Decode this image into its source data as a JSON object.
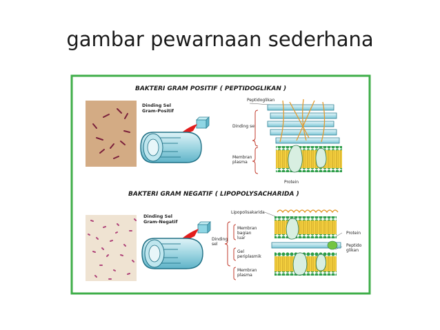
{
  "slide": {
    "title": "gambar pewarnaan sederhana"
  },
  "diagram": {
    "border_color": "#3fae49",
    "gram_positive": {
      "heading": "BAKTERI GRAM POSITIF ( PEPTIDOGLIKAN )",
      "cell_label_line1": "Dinding Sel",
      "cell_label_line2": "Gram-Positif",
      "peptidoglikan": "Peptidoglikan",
      "dinding_sel": "Dinding sel",
      "membran_line1": "Membran",
      "membran_line2": "plasma",
      "protein": "Protein"
    },
    "gram_negative": {
      "heading": "BAKTERI GRAM NEGATIF ( LIPOPOLYSACHARIDA )",
      "cell_label_line1": "Dinding Sel",
      "cell_label_line2": "Gram-Negatif",
      "lipopolisakarida": "Lipopolisakarida",
      "dinding_line1": "Dinding",
      "dinding_line2": "sel",
      "membran_luar_line1": "Membran",
      "membran_luar_line2": "bagian",
      "membran_luar_line3": "luar",
      "gel_line1": "Gel",
      "gel_line2": "periplasmik",
      "membran_plasma_line1": "Membran",
      "membran_plasma_line2": "plasma",
      "protein": "Protein",
      "peptido_line1": "Peptido",
      "peptido_line2": "glikan"
    }
  }
}
